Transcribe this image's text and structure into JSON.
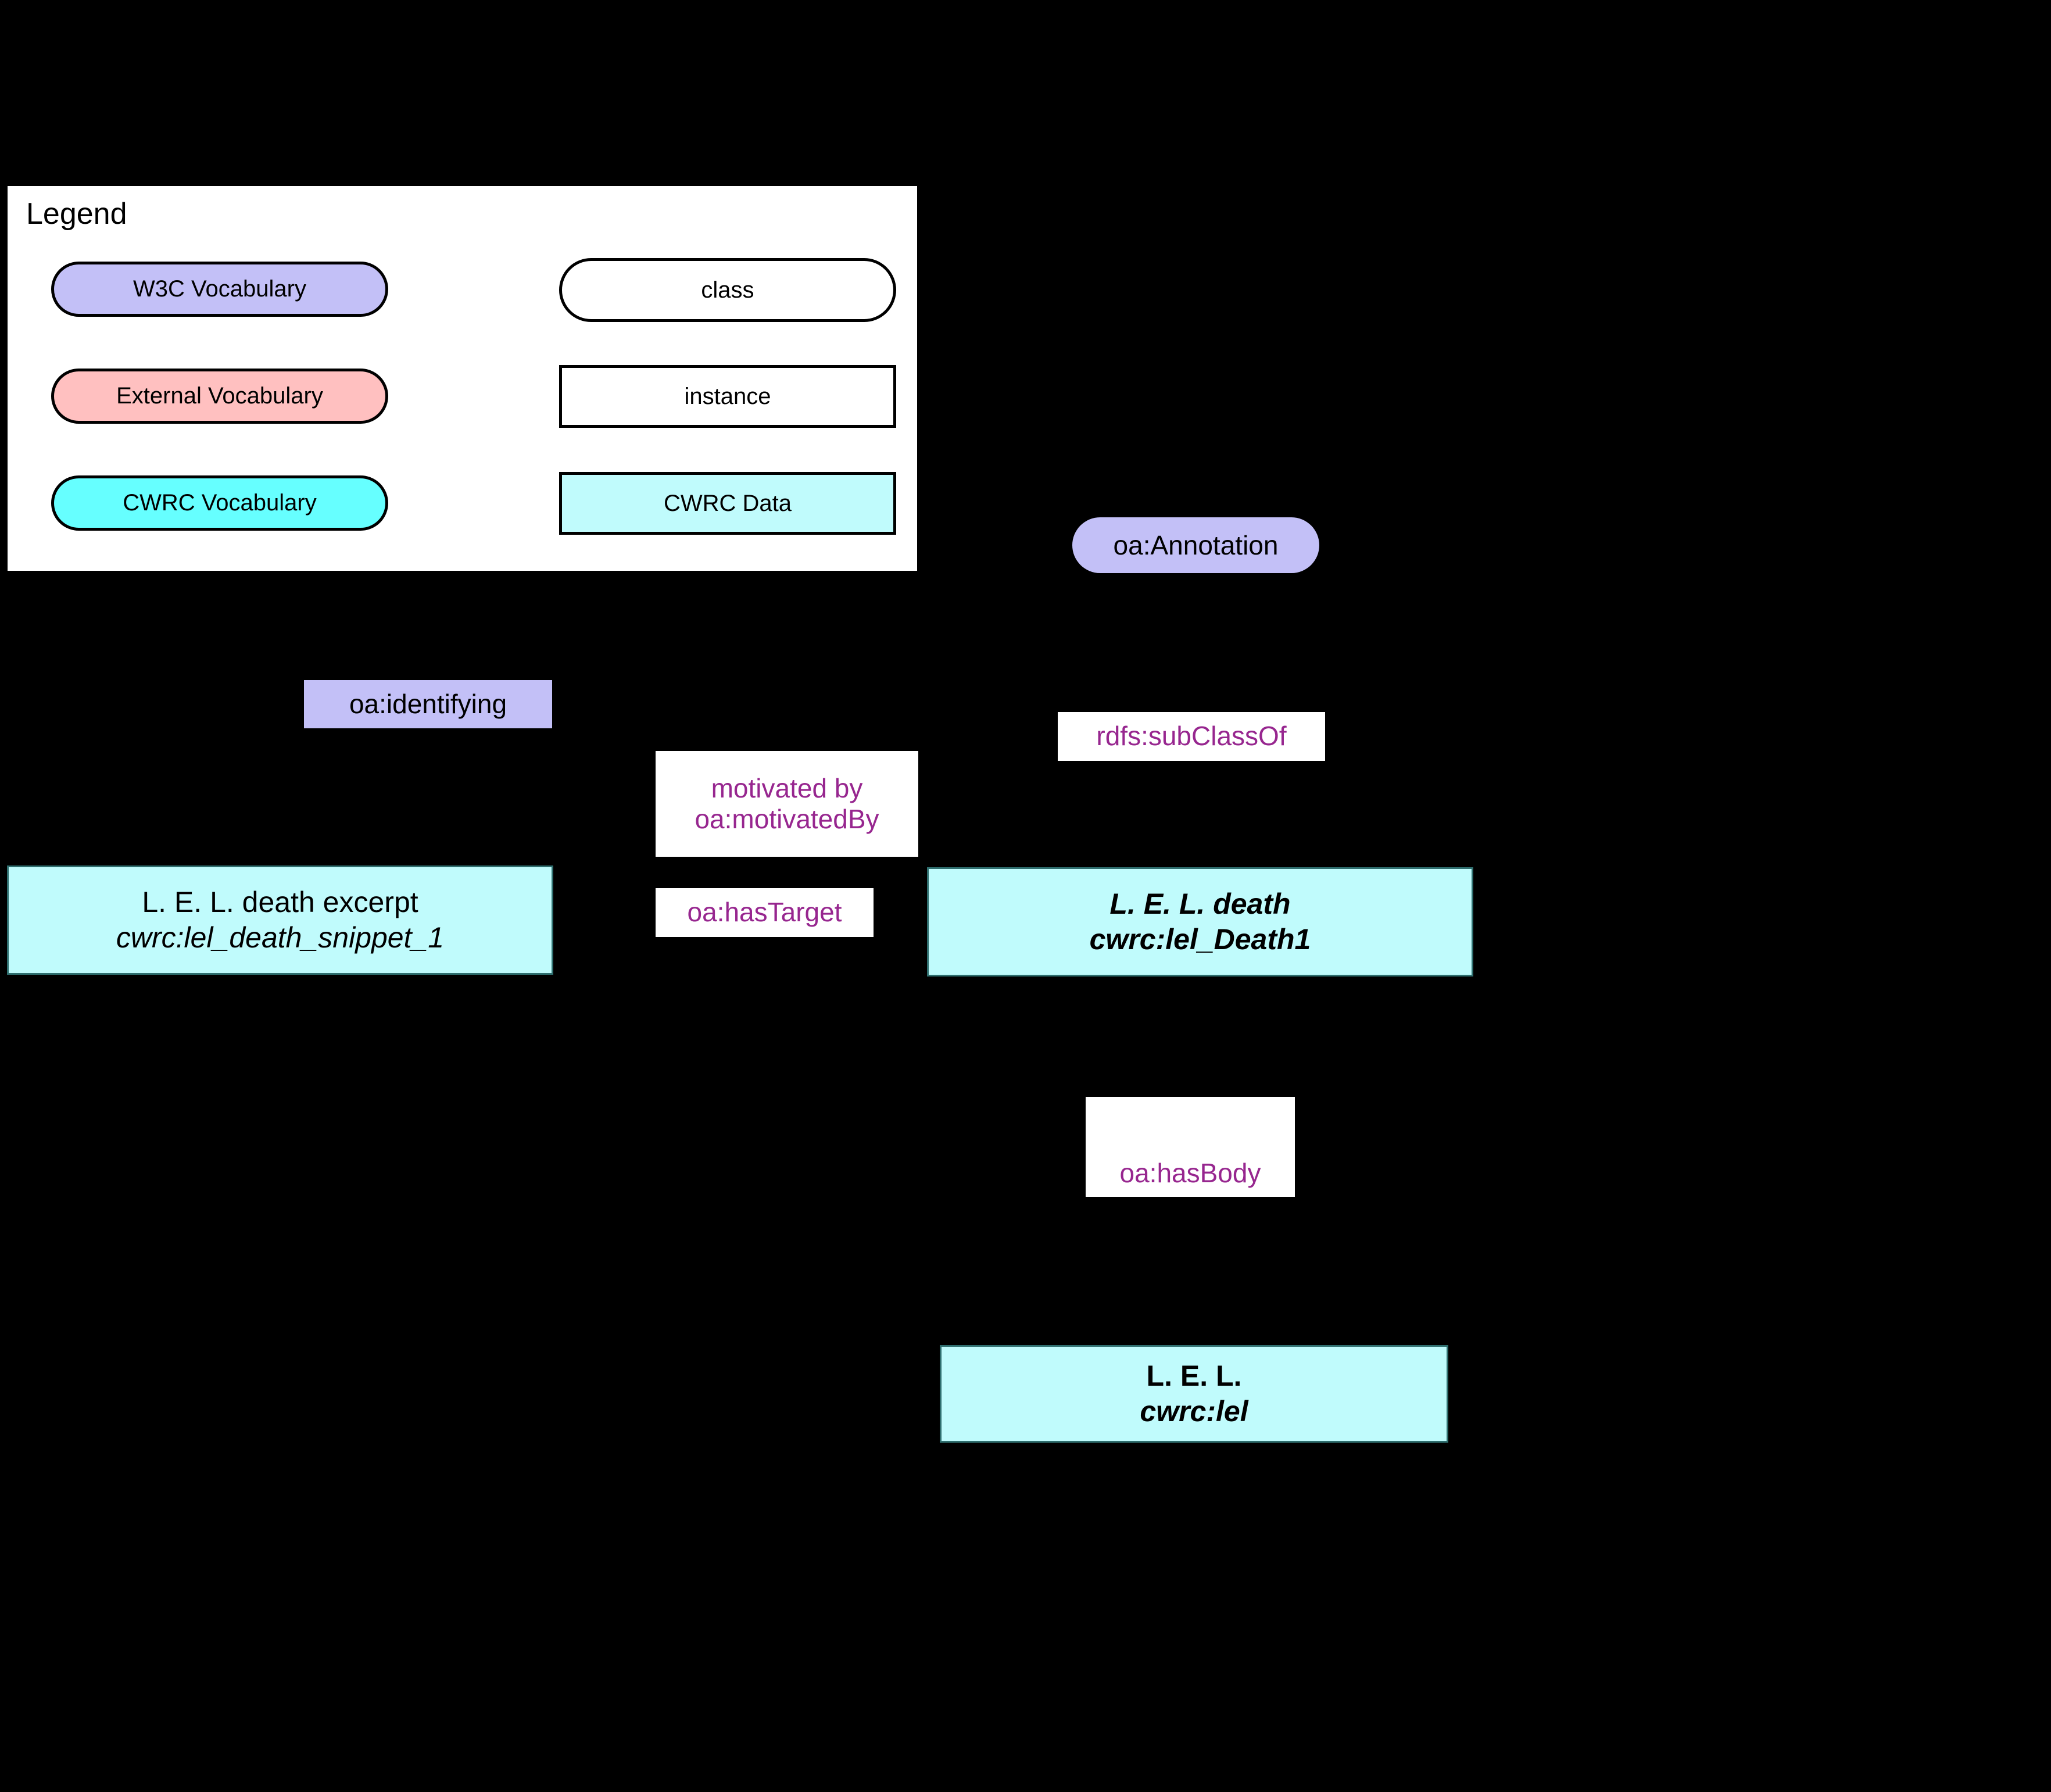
{
  "legend": {
    "title": "Legend",
    "left_column": [
      {
        "label": "W3C Vocabulary",
        "shape": "pill",
        "color": "#c3c0f7"
      },
      {
        "label": "External Vocabulary",
        "shape": "pill",
        "color": "#ffc0c0"
      },
      {
        "label": "CWRC Vocabulary",
        "shape": "pill",
        "color": "#66ffff"
      }
    ],
    "right_column": [
      {
        "label": "class",
        "shape": "pill",
        "color": "#ffffff"
      },
      {
        "label": "instance",
        "shape": "rect",
        "color": "#ffffff"
      },
      {
        "label": "CWRC Data",
        "shape": "rect",
        "color": "#c0fbfc"
      }
    ]
  },
  "graph": {
    "nodes": [
      {
        "id": "oa-annotation",
        "label": "oa:Annotation",
        "kind": "w3c-class",
        "color": "#c3c0f7"
      },
      {
        "id": "lel-death-excerpt",
        "line1": "L. E. L. death excerpt",
        "line2": "cwrc:lel_death_snippet_1",
        "kind": "cwrc-data",
        "color": "#c0fbfc"
      },
      {
        "id": "lel-death",
        "line1": "L. E. L. death",
        "line2": "cwrc:lel_Death1",
        "kind": "cwrc-data",
        "color": "#c0fbfc"
      },
      {
        "id": "lel",
        "line1": "L. E. L.",
        "line2": "cwrc:lel",
        "kind": "cwrc-data",
        "color": "#c0fbfc"
      }
    ],
    "edge_labels": [
      {
        "id": "oa-identifying",
        "text": "oa:identifying",
        "style": "purple-bg",
        "color": "#c3c0f7"
      },
      {
        "id": "motivated-by",
        "line1": "motivated by",
        "line2": "oa:motivatedBy",
        "style": "white-bg",
        "color": "#97268f"
      },
      {
        "id": "rdfs-subclassof",
        "text": "rdfs:subClassOf",
        "style": "white-bg",
        "color": "#97268f"
      },
      {
        "id": "oa-hastarget",
        "text": "oa:hasTarget",
        "style": "white-bg",
        "color": "#97268f"
      },
      {
        "id": "oa-hasbody",
        "text": "oa:hasBody",
        "style": "white-bg",
        "color": "#97268f"
      }
    ]
  },
  "colors": {
    "background": "#000000",
    "w3c_vocabulary": "#c3c0f7",
    "external_vocabulary": "#ffc0c0",
    "cwrc_vocabulary": "#66ffff",
    "cwrc_data": "#c0fbfc",
    "predicate_text": "#97268f",
    "panel": "#ffffff",
    "stroke": "#000000"
  }
}
